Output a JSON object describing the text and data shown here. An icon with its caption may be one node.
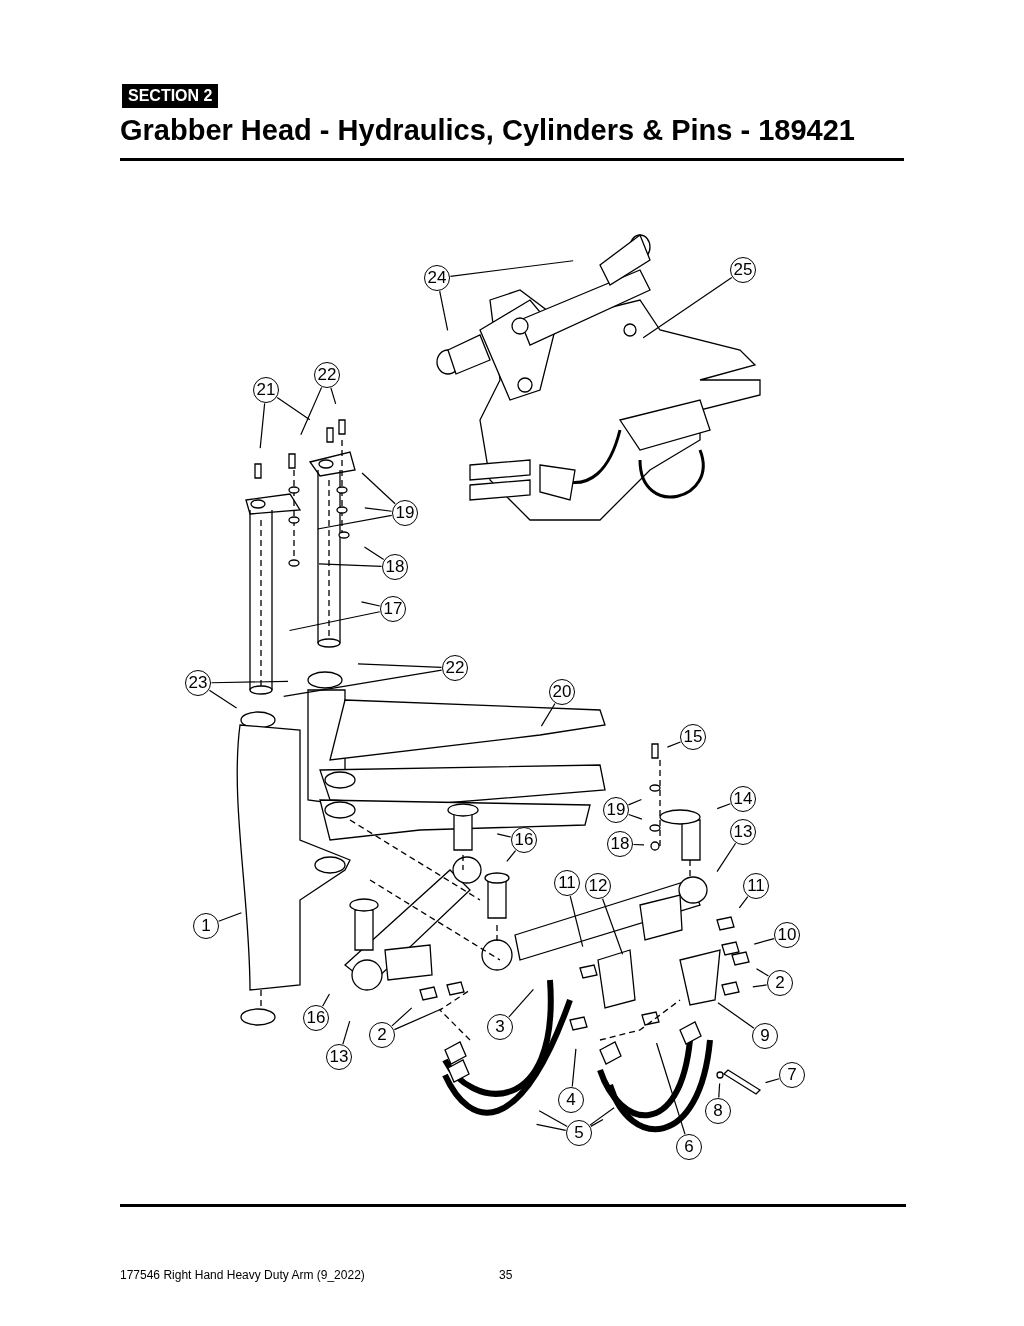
{
  "diagram": {
    "title": "Grabber Head - Hydraulics, Cylinders & Pins - 189421",
    "nodes": [
      {
        "text": [
          "24"
        ]
      },
      {
        "text": [
          "25"
        ]
      },
      {
        "text": [
          "22"
        ]
      },
      {
        "text": [
          "21"
        ]
      },
      {
        "text": [
          "19"
        ]
      },
      {
        "text": [
          "18"
        ]
      },
      {
        "text": [
          "17"
        ]
      },
      {
        "text": [
          "22"
        ]
      },
      {
        "text": [
          "23"
        ]
      },
      {
        "text": [
          "20"
        ]
      },
      {
        "text": [
          "15"
        ]
      },
      {
        "text": [
          "14"
        ]
      },
      {
        "text": [
          "19"
        ]
      },
      {
        "text": [
          "13"
        ]
      },
      {
        "text": [
          "16"
        ]
      },
      {
        "text": [
          "18"
        ]
      },
      {
        "text": [
          "11"
        ]
      },
      {
        "text": [
          "12"
        ]
      },
      {
        "text": [
          "11"
        ]
      },
      {
        "text": [
          "1"
        ]
      },
      {
        "text": [
          "10"
        ]
      },
      {
        "text": [
          "2"
        ]
      },
      {
        "text": [
          "9"
        ]
      },
      {
        "text": [
          "16"
        ]
      },
      {
        "text": [
          "2"
        ]
      },
      {
        "text": [
          "3"
        ]
      },
      {
        "text": [
          "13"
        ]
      },
      {
        "text": [
          "7"
        ]
      },
      {
        "text": [
          "4"
        ]
      },
      {
        "text": [
          "8"
        ]
      },
      {
        "text": [
          "5"
        ]
      },
      {
        "text": [
          "6"
        ]
      }
    ],
    "edges": [
      {
        "from": 0,
        "to": null,
        "arrow": "none"
      },
      {
        "from": 0,
        "to": null,
        "arrow": "none"
      },
      {
        "from": 1,
        "to": null,
        "arrow": "none"
      },
      {
        "from": 2,
        "to": null,
        "arrow": "none"
      },
      {
        "from": 2,
        "to": null,
        "arrow": "none"
      },
      {
        "from": 3,
        "to": null,
        "arrow": "none"
      },
      {
        "from": 3,
        "to": null,
        "arrow": "none"
      },
      {
        "from": 4,
        "to": null,
        "arrow": "none"
      },
      {
        "from": 4,
        "to": null,
        "arrow": "none"
      },
      {
        "from": 4,
        "to": null,
        "arrow": "none"
      },
      {
        "from": 5,
        "to": null,
        "arrow": "none"
      },
      {
        "from": 5,
        "to": null,
        "arrow": "none"
      },
      {
        "from": 6,
        "to": null,
        "arrow": "none"
      },
      {
        "from": 6,
        "to": null,
        "arrow": "none"
      },
      {
        "from": 7,
        "to": null,
        "arrow": "none"
      },
      {
        "from": 7,
        "to": null,
        "arrow": "none"
      },
      {
        "from": 8,
        "to": null,
        "arrow": "none"
      },
      {
        "from": 8,
        "to": null,
        "arrow": "none"
      },
      {
        "from": 9,
        "to": null,
        "arrow": "none"
      },
      {
        "from": 10,
        "to": null,
        "arrow": "none"
      },
      {
        "from": 11,
        "to": null,
        "arrow": "none"
      },
      {
        "from": 12,
        "to": null,
        "arrow": "none"
      },
      {
        "from": 12,
        "to": null,
        "arrow": "none"
      },
      {
        "from": 13,
        "to": null,
        "arrow": "none"
      },
      {
        "from": 14,
        "to": null,
        "arrow": "none"
      },
      {
        "from": 14,
        "to": null,
        "arrow": "none"
      },
      {
        "from": 15,
        "to": null,
        "arrow": "none"
      },
      {
        "from": 16,
        "to": null,
        "arrow": "none"
      },
      {
        "from": 17,
        "to": null,
        "arrow": "none"
      },
      {
        "from": 18,
        "to": null,
        "arrow": "none"
      },
      {
        "from": 19,
        "to": null,
        "arrow": "none"
      },
      {
        "from": 20,
        "to": null,
        "arrow": "none"
      },
      {
        "from": 21,
        "to": null,
        "arrow": "none"
      },
      {
        "from": 21,
        "to": null,
        "arrow": "none"
      },
      {
        "from": 22,
        "to": null,
        "arrow": "none"
      },
      {
        "from": 23,
        "to": null,
        "arrow": "none"
      },
      {
        "from": 24,
        "to": null,
        "arrow": "none"
      },
      {
        "from": 24,
        "to": null,
        "arrow": "none"
      },
      {
        "from": 25,
        "to": null,
        "arrow": "none"
      },
      {
        "from": 26,
        "to": null,
        "arrow": "none"
      },
      {
        "from": 27,
        "to": null,
        "arrow": "none"
      },
      {
        "from": 28,
        "to": null,
        "arrow": "none"
      },
      {
        "from": 29,
        "to": null,
        "arrow": "none"
      },
      {
        "from": 30,
        "to": null,
        "arrow": "none"
      },
      {
        "from": 30,
        "to": null,
        "arrow": "none"
      },
      {
        "from": 30,
        "to": null,
        "arrow": "none"
      },
      {
        "from": 30,
        "to": null,
        "arrow": "none"
      },
      {
        "from": 31,
        "to": null,
        "arrow": "none"
      }
    ],
    "labels": [
      "SECTION 2",
      "177546 Right Hand Heavy Duty Arm (9_2022)",
      "35"
    ]
  }
}
